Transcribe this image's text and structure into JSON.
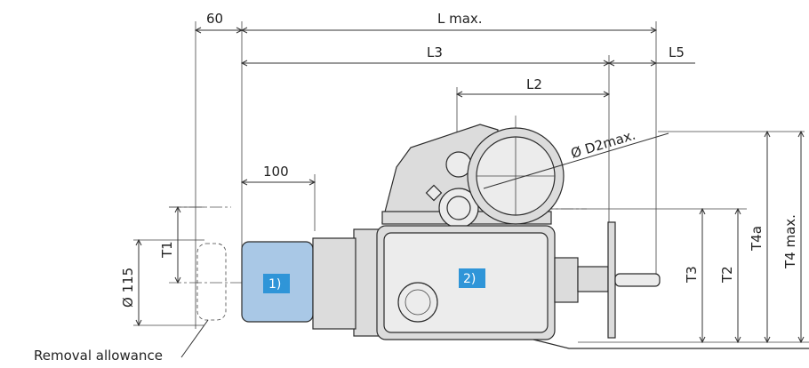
{
  "dimensions": {
    "d60": "60",
    "l_max": "L max.",
    "l3": "L3",
    "l5": "L5",
    "l2": "L2",
    "d2max": "Ø D2max.",
    "d100": "100",
    "t1": "T1",
    "d115": "Ø 115",
    "t3": "T3",
    "t2": "T2",
    "t4a": "T4a",
    "t4max": "T4 max."
  },
  "callouts": {
    "label1": "1)",
    "label2": "2)"
  },
  "notes": {
    "removal": "Removal allowance"
  },
  "colors": {
    "motor_blue": "#a9c8e6",
    "callout_blue": "#2f95d8",
    "casing_grey": "#dcdcdc"
  }
}
